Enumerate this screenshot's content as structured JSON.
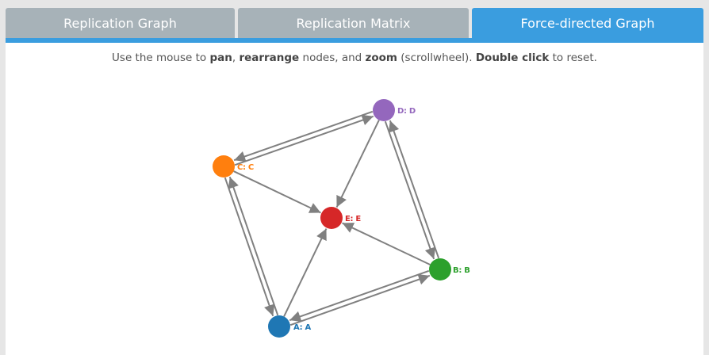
{
  "tabs": [
    {
      "label": "Replication Graph",
      "active": false
    },
    {
      "label": "Replication Matrix",
      "active": false
    },
    {
      "label": "Force-directed Graph",
      "active": true
    }
  ],
  "instructions": {
    "t1": "Use the mouse to ",
    "b1": "pan",
    "t2": ", ",
    "b2": "rearrange",
    "t3": " nodes, and ",
    "b3": "zoom",
    "t4": " (scrollwheel). ",
    "b4": "Double click",
    "t5": " to reset."
  },
  "graph": {
    "nodes": [
      {
        "id": "A",
        "label": "A: A",
        "color": "#1f77b4"
      },
      {
        "id": "B",
        "label": "B: B",
        "color": "#2ca02c"
      },
      {
        "id": "C",
        "label": "C: C",
        "color": "#ff7f0e"
      },
      {
        "id": "D",
        "label": "D: D",
        "color": "#9467bd"
      },
      {
        "id": "E",
        "label": "E: E",
        "color": "#d62728"
      }
    ],
    "edges": [
      {
        "from": "C",
        "to": "D"
      },
      {
        "from": "D",
        "to": "C"
      },
      {
        "from": "C",
        "to": "E"
      },
      {
        "from": "D",
        "to": "E"
      },
      {
        "from": "D",
        "to": "B"
      },
      {
        "from": "B",
        "to": "D"
      },
      {
        "from": "B",
        "to": "E"
      },
      {
        "from": "A",
        "to": "B"
      },
      {
        "from": "B",
        "to": "A"
      },
      {
        "from": "A",
        "to": "C"
      },
      {
        "from": "C",
        "to": "A"
      },
      {
        "from": "A",
        "to": "E"
      }
    ],
    "edge_color": "#808080"
  }
}
